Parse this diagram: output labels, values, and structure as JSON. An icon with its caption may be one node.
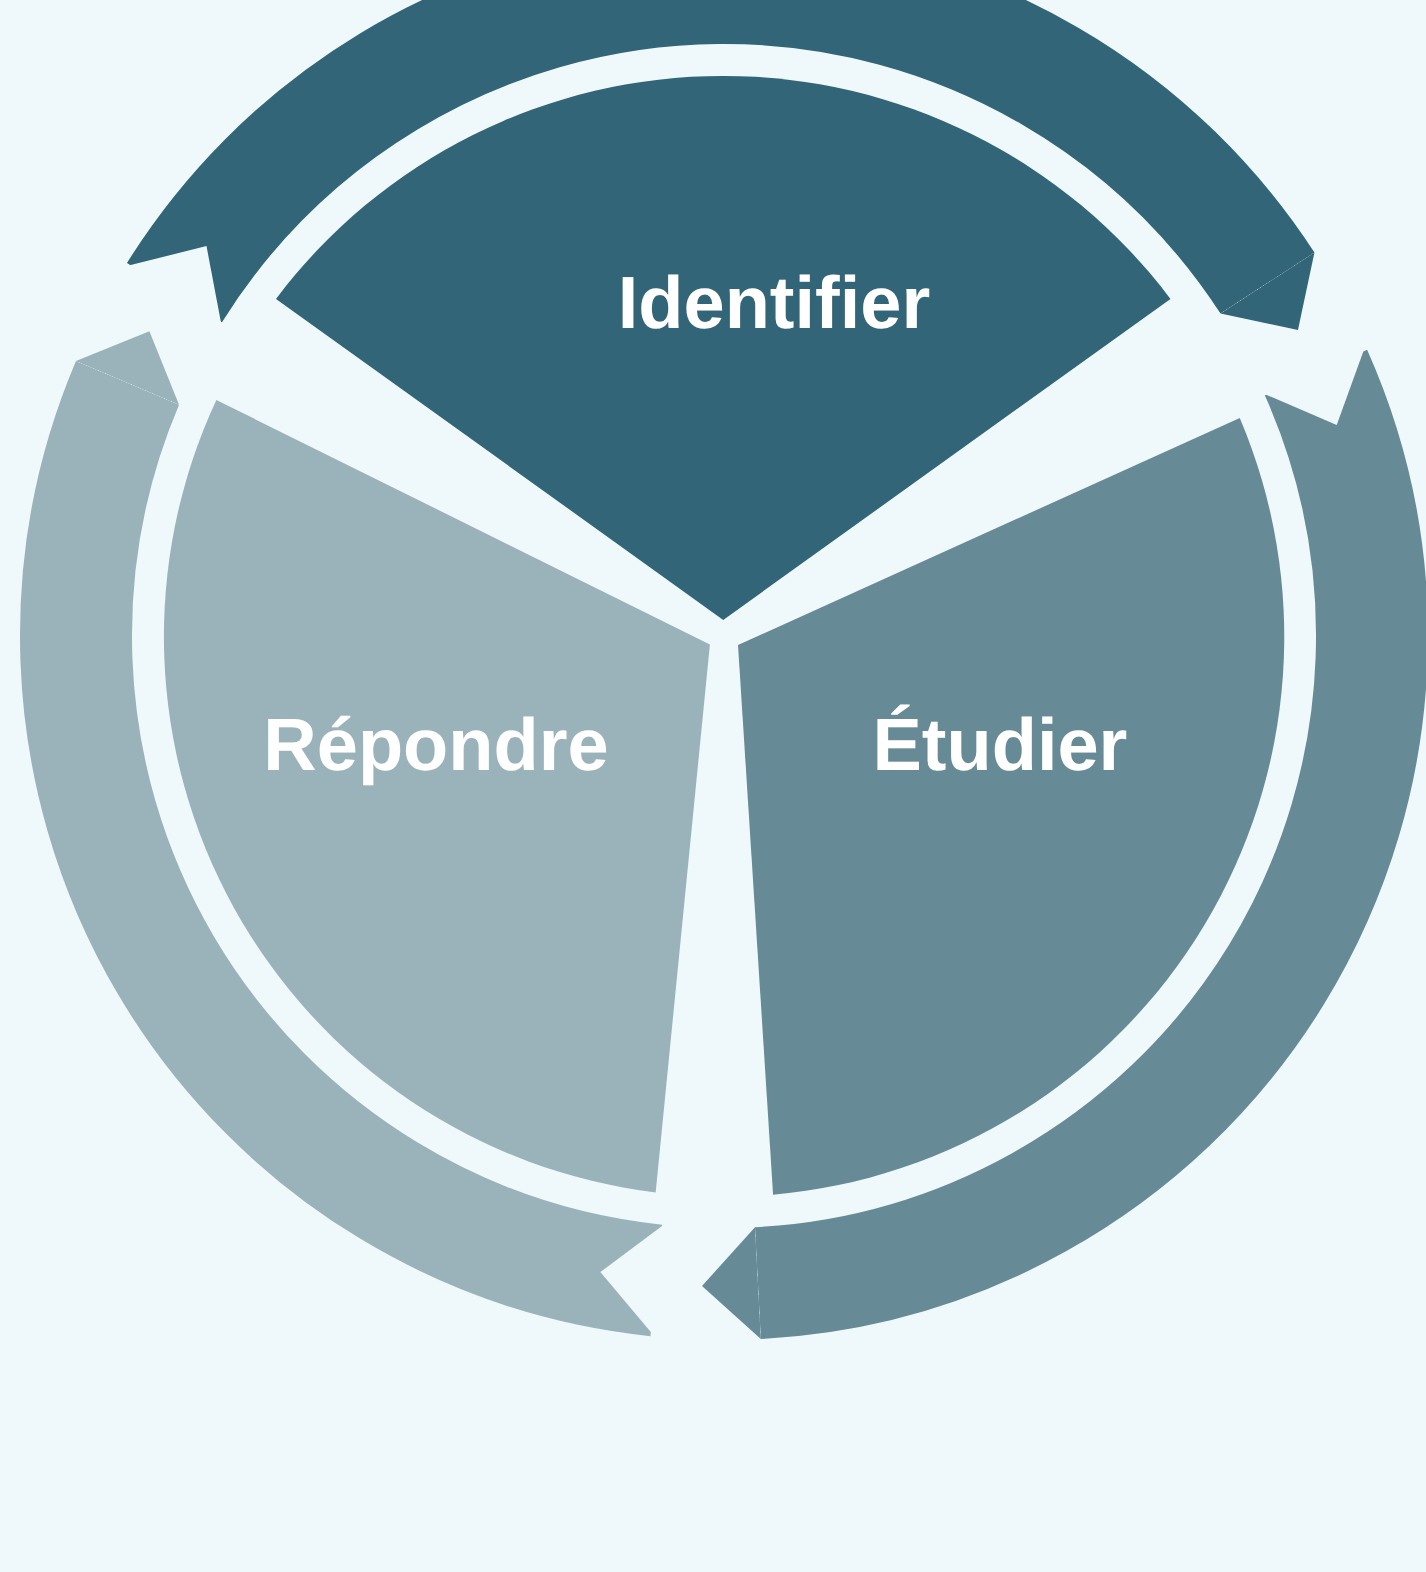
{
  "diagram": {
    "nodes": [
      {
        "text": [
          "Identifier"
        ]
      },
      {
        "text": [
          "Étudier"
        ]
      },
      {
        "text": [
          "Répondre"
        ]
      }
    ]
  }
}
